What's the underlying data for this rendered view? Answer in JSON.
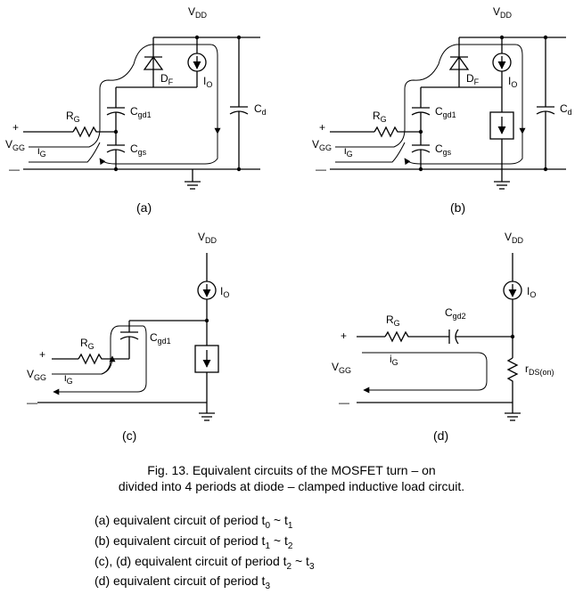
{
  "circuit_a": {
    "vdd": "V",
    "vdd_sub": "DD",
    "rg": "R",
    "rg_sub": "G",
    "cgd": "C",
    "cgd_sub": "gd1",
    "cgs": "C",
    "cgs_sub": "gs",
    "df": "D",
    "df_sub": "F",
    "io": "I",
    "io_sub": "O",
    "cd": "C",
    "cd_sub": "d",
    "vgg": "V",
    "vgg_sub": "GG",
    "ig": "i",
    "ig_sub": "G",
    "plus": "+",
    "minus": "—",
    "tag": "(a)"
  },
  "circuit_b": {
    "vdd": "V",
    "vdd_sub": "DD",
    "rg": "R",
    "rg_sub": "G",
    "cgd": "C",
    "cgd_sub": "gd1",
    "cgs": "C",
    "cgs_sub": "gs",
    "df": "D",
    "df_sub": "F",
    "io": "I",
    "io_sub": "O",
    "cd": "C",
    "cd_sub": "d",
    "vgg": "V",
    "vgg_sub": "GG",
    "ig": "i",
    "ig_sub": "G",
    "plus": "+",
    "minus": "—",
    "tag": "(b)"
  },
  "circuit_c": {
    "vdd": "V",
    "vdd_sub": "DD",
    "rg": "R",
    "rg_sub": "G",
    "cgd": "C",
    "cgd_sub": "gd1",
    "io": "I",
    "io_sub": "O",
    "vgg": "V",
    "vgg_sub": "GG",
    "ig": "i",
    "ig_sub": "G",
    "plus": "+",
    "minus": "—",
    "tag": "(c)"
  },
  "circuit_d": {
    "vdd": "V",
    "vdd_sub": "DD",
    "rg": "R",
    "rg_sub": "G",
    "cgd": "C",
    "cgd_sub": "gd2",
    "io": "I",
    "io_sub": "O",
    "rds": "r",
    "rds_sub": "DS(on)",
    "vgg": "V",
    "vgg_sub": "GG",
    "ig": "i",
    "ig_sub": "G",
    "plus": "+",
    "minus": "—",
    "tag": "(d)"
  },
  "caption": {
    "line1": "Fig. 13. Equivalent circuits of the MOSFET turn – on",
    "line2": "divided into 4 periods at diode – clamped inductive load circuit."
  },
  "notes": [
    {
      "text": "(a) equivalent circuit of period t",
      "s1": "0",
      "mid": " ~ t",
      "s2": "1"
    },
    {
      "text": "(b) equivalent circuit of period t",
      "s1": "1",
      "mid": " ~ t",
      "s2": "2"
    },
    {
      "text": "(c), (d) equivalent circuit of period t",
      "s1": "2",
      "mid": " ~ t",
      "s2": "3"
    },
    {
      "text": "(d) equivalent circuit of period t",
      "s1": "3",
      "mid": "",
      "s2": ""
    }
  ]
}
